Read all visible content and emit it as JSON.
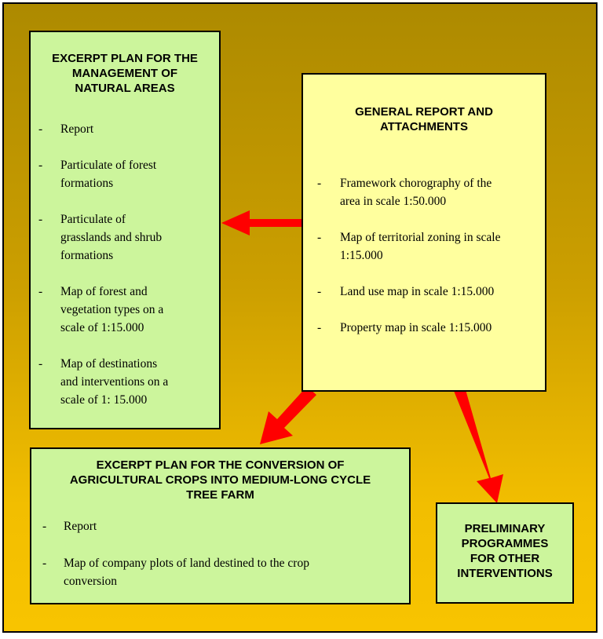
{
  "natural_areas": {
    "title_lines": [
      "EXCERPT PLAN FOR THE",
      "MANAGEMENT OF",
      "NATURAL AREAS"
    ],
    "items": [
      {
        "dash": "-",
        "lines": [
          "Report"
        ]
      },
      {
        "dash": "-",
        "lines": [
          "Particulate of forest",
          "formations"
        ]
      },
      {
        "dash": "-",
        "lines": [
          "Particulate of",
          "grasslands  and  shrub",
          "formations"
        ]
      },
      {
        "dash": "-",
        "lines": [
          "Map of forest and",
          "vegetation types on a",
          "scale of 1:15.000"
        ]
      },
      {
        "dash": "-",
        "lines": [
          "Map of destinations",
          "and interventions on a",
          "scale of 1: 15.000"
        ]
      }
    ]
  },
  "general_report": {
    "title_lines": [
      "GENERAL REPORT AND",
      "ATTACHMENTS"
    ],
    "items": [
      {
        "dash": "-",
        "lines": [
          "Framework chorography of the",
          "area in scale 1:50.000"
        ]
      },
      {
        "dash": "-",
        "lines": [
          "Map of territorial zoning in scale",
          "1:15.000"
        ]
      },
      {
        "dash": "-",
        "lines": [
          "Land use map in scale 1:15.000"
        ]
      },
      {
        "dash": "-",
        "lines": [
          "Property map in scale 1:15.000"
        ]
      }
    ]
  },
  "conversion": {
    "title_lines": [
      "EXCERPT PLAN FOR THE CONVERSION OF",
      "AGRICULTURAL CROPS INTO MEDIUM-LONG CYCLE",
      "TREE FARM"
    ],
    "items": [
      {
        "dash": "-",
        "lines": [
          "Report"
        ]
      },
      {
        "dash": "-",
        "lines": [
          "Map of company plots of land destined to the crop",
          "conversion"
        ]
      }
    ]
  },
  "preliminary": {
    "title_lines": [
      "PRELIMINARY",
      "PROGRAMMES",
      "FOR OTHER",
      "INTERVENTIONS"
    ]
  },
  "colors": {
    "arrow": "#ff0000",
    "box_green": "#ccf59c",
    "box_yellow": "#ffff9e"
  }
}
